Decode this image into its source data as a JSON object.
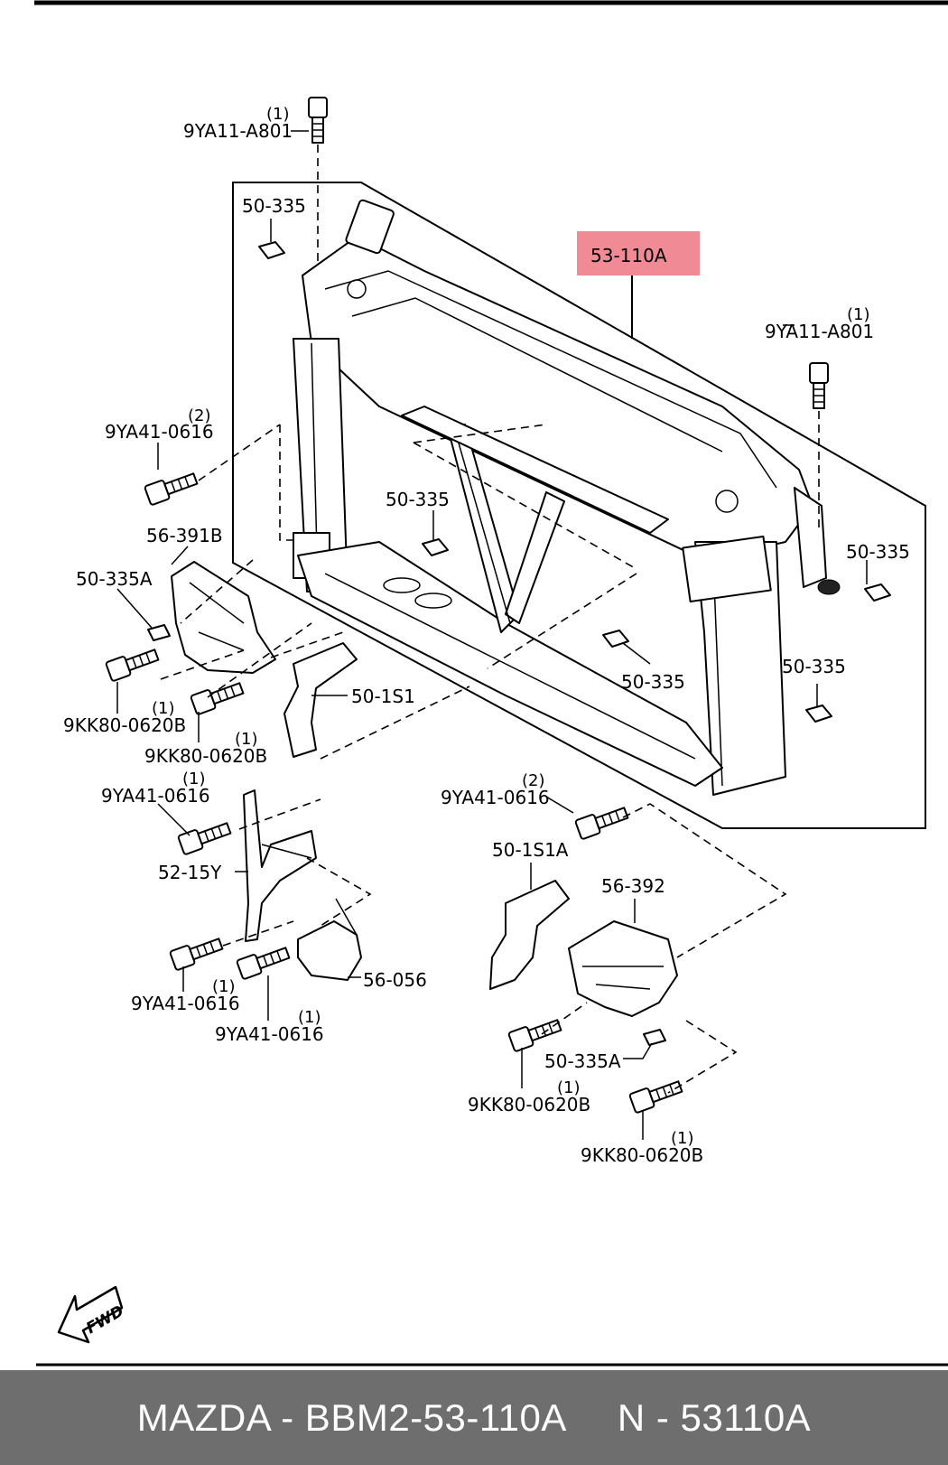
{
  "labels": {
    "bolt_top": "9YA11-A801",
    "bolt_top_qty": "(1)",
    "nut_top_left": "50-335",
    "main_part": "53-110A",
    "bolt_right": "9YA11-A801",
    "bolt_right_qty": "(1)",
    "bolt_left_upper": "9YA41-0616",
    "bolt_left_upper_qty": "(2)",
    "nut_center": "50-335",
    "deflector_left": "56-391B",
    "nut_right_upper": "50-335",
    "nut_left": "50-335A",
    "bolt_left_1": "9KK80-0620B",
    "bolt_left_1_qty": "(1)",
    "bolt_left_2": "9KK80-0620B",
    "bolt_left_2_qty": "(1)",
    "seal_left": "50-1S1",
    "nut_lower_center": "50-335",
    "nut_right_lower": "50-335",
    "bolt_bracket_top": "9YA41-0616",
    "bolt_bracket_top_qty": "(1)",
    "bolt_right_lower": "9YA41-0616",
    "bolt_right_lower_qty": "(2)",
    "seal_right": "50-1S1A",
    "bracket": "52-15Y",
    "deflector_right": "56-392",
    "bolt_bracket_1": "9YA41-0616",
    "bolt_bracket_1_qty": "(1)",
    "guide": "56-056",
    "bolt_bracket_2": "9YA41-0616",
    "bolt_bracket_2_qty": "(1)",
    "nut_right_lower2": "50-335A",
    "bolt_right_1": "9KK80-0620B",
    "bolt_right_1_qty": "(1)",
    "bolt_right_2": "9KK80-0620B",
    "bolt_right_2_qty": "(1)",
    "fwd": "FWD"
  },
  "footer": {
    "left": "MAZDA - BBM2-53-110A",
    "right": "N - 53110A"
  },
  "colors": {
    "highlight": "#f08b95",
    "footer_bg": "#6e6e6e",
    "footer_text": "#ffffff",
    "line": "#000000"
  }
}
